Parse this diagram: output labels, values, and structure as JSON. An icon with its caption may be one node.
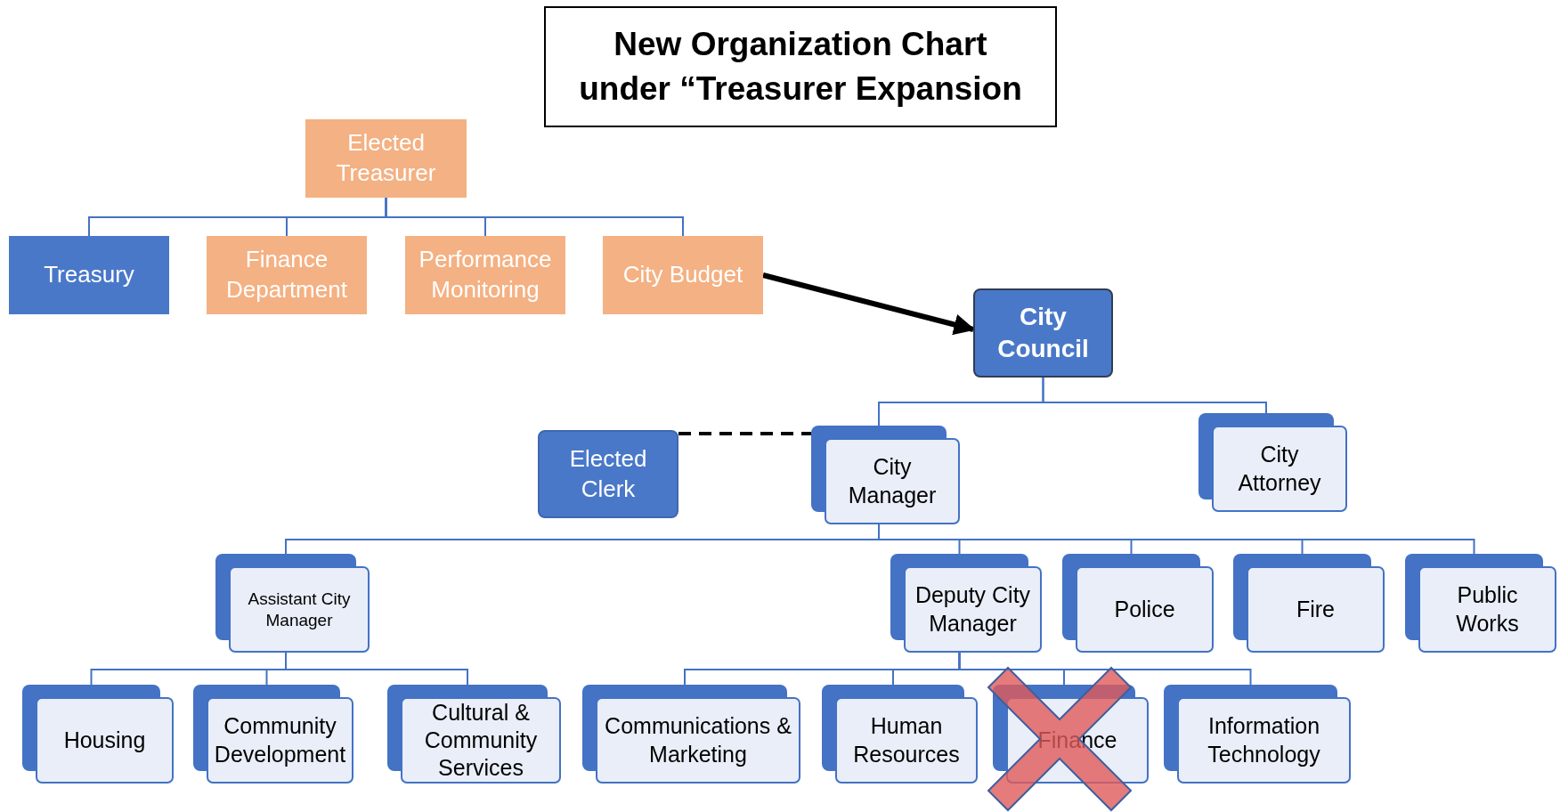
{
  "diagram": {
    "title": "New Organization Chart under “Treasurer Expansion",
    "nodes": [
      {
        "text": [
          "Elected Treasurer"
        ]
      },
      {
        "text": [
          "Treasury"
        ]
      },
      {
        "text": [
          "Finance Department"
        ]
      },
      {
        "text": [
          "Performance Monitoring"
        ]
      },
      {
        "text": [
          "City Budget"
        ]
      },
      {
        "text": [
          "City Council"
        ]
      },
      {
        "text": [
          "Elected Clerk"
        ]
      },
      {
        "text": [
          "City Manager"
        ]
      },
      {
        "text": [
          "City Attorney"
        ]
      },
      {
        "text": [
          "Assistant City Manager"
        ]
      },
      {
        "text": [
          "Deputy City Manager"
        ]
      },
      {
        "text": [
          "Police"
        ]
      },
      {
        "text": [
          "Fire"
        ]
      },
      {
        "text": [
          "Public Works"
        ]
      },
      {
        "text": [
          "Housing"
        ]
      },
      {
        "text": [
          "Community Development"
        ]
      },
      {
        "text": [
          "Cultural & Community Services"
        ]
      },
      {
        "text": [
          "Communications & Marketing"
        ]
      },
      {
        "text": [
          "Human Resources"
        ]
      },
      {
        "text": [
          "Finance"
        ]
      },
      {
        "text": [
          "Information Technology"
        ]
      }
    ],
    "edges": [
      {
        "from": 0,
        "to": 1,
        "arrow": "none"
      },
      {
        "from": 0,
        "to": 2,
        "arrow": "none"
      },
      {
        "from": 0,
        "to": 3,
        "arrow": "none"
      },
      {
        "from": 0,
        "to": 4,
        "arrow": "none"
      },
      {
        "from": 4,
        "to": 5,
        "arrow": "to",
        "style": "thick",
        "color": "#000000"
      },
      {
        "from": 5,
        "to": 7,
        "arrow": "none"
      },
      {
        "from": 5,
        "to": 8,
        "arrow": "none"
      },
      {
        "from": 6,
        "to": 7,
        "arrow": "none",
        "style": "dashed",
        "color": "#000000"
      },
      {
        "from": 7,
        "to": 9,
        "arrow": "none"
      },
      {
        "from": 7,
        "to": 10,
        "arrow": "none"
      },
      {
        "from": 7,
        "to": 11,
        "arrow": "none"
      },
      {
        "from": 7,
        "to": 12,
        "arrow": "none"
      },
      {
        "from": 7,
        "to": 13,
        "arrow": "none"
      },
      {
        "from": 9,
        "to": 14,
        "arrow": "none"
      },
      {
        "from": 9,
        "to": 15,
        "arrow": "none"
      },
      {
        "from": 9,
        "to": 16,
        "arrow": "none"
      },
      {
        "from": 10,
        "to": 17,
        "arrow": "none"
      },
      {
        "from": 10,
        "to": 18,
        "arrow": "none"
      },
      {
        "from": 10,
        "to": 19,
        "arrow": "none"
      },
      {
        "from": 10,
        "to": 20,
        "arrow": "none"
      }
    ]
  }
}
